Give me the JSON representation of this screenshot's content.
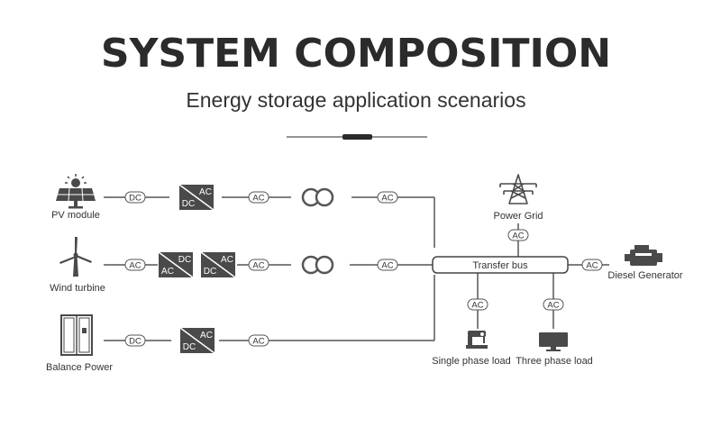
{
  "header": {
    "title": "SYSTEM COMPOSITION",
    "subtitle": "Energy storage application scenarios"
  },
  "sources": {
    "pv": "PV module",
    "wind": "Wind turbine",
    "balance": "Balance Power"
  },
  "nodes": {
    "power_grid": "Power Grid",
    "transfer_bus": "Transfer bus",
    "diesel": "Diesel Generator",
    "single_load": "Single phase load",
    "three_load": "Three phase load"
  },
  "badges": {
    "dc": "DC",
    "ac": "AC"
  },
  "colors": {
    "ink": "#333333",
    "box": "#4a4a4a",
    "line": "#555555"
  }
}
